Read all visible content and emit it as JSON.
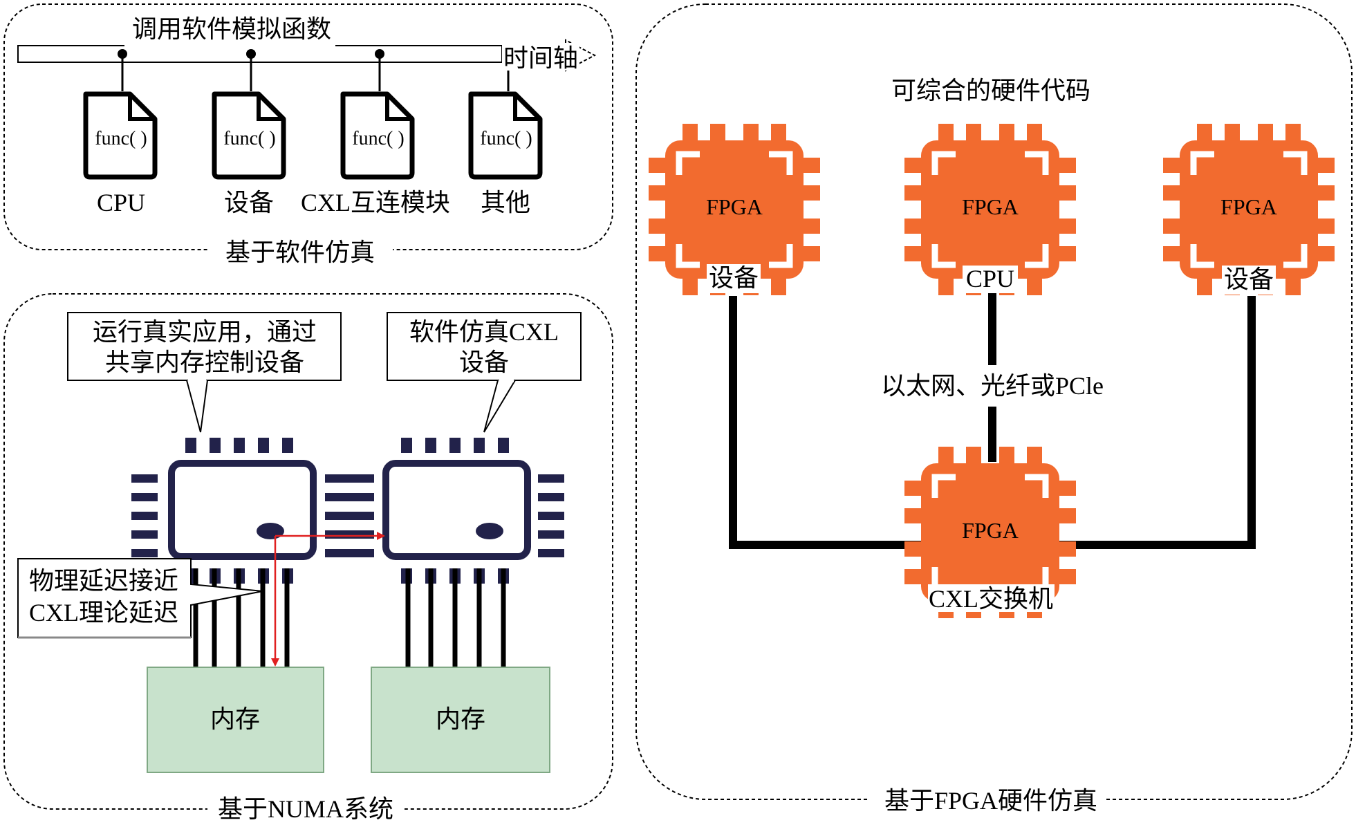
{
  "software_sim": {
    "title": "基于软件仿真",
    "call_label": "调用软件模拟函数",
    "axis_label": "时间轴",
    "funcs": [
      {
        "code": "func( )",
        "label": "CPU"
      },
      {
        "code": "func( )",
        "label": "设备"
      },
      {
        "code": "func( )",
        "label": "CXL互连模块"
      },
      {
        "code": "func( )",
        "label": "其他"
      }
    ]
  },
  "numa": {
    "title": "基于NUMA系统",
    "callout_left": [
      "运行真实应用，通过",
      "共享内存控制设备"
    ],
    "callout_right": [
      "软件仿真CXL",
      "设备"
    ],
    "callout_latency": [
      "物理延迟接近",
      "CXL理论延迟"
    ],
    "memory_labels": [
      "内存",
      "内存"
    ]
  },
  "fpga_sim": {
    "title": "基于FPGA硬件仿真",
    "code_label": "可综合的硬件代码",
    "link_label": "以太网、光纤或PCle",
    "chips": [
      {
        "name": "FPGA",
        "role": "设备"
      },
      {
        "name": "FPGA",
        "role": "CPU"
      },
      {
        "name": "FPGA",
        "role": "设备"
      },
      {
        "name": "FPGA",
        "role": "CXL交换机"
      }
    ]
  },
  "colors": {
    "fpga": "#f26b2f",
    "chip_outline": "#22224a",
    "memory_fill": "#c8e2cc",
    "memory_stroke": "#7fa884",
    "arrow": "#e02020"
  }
}
